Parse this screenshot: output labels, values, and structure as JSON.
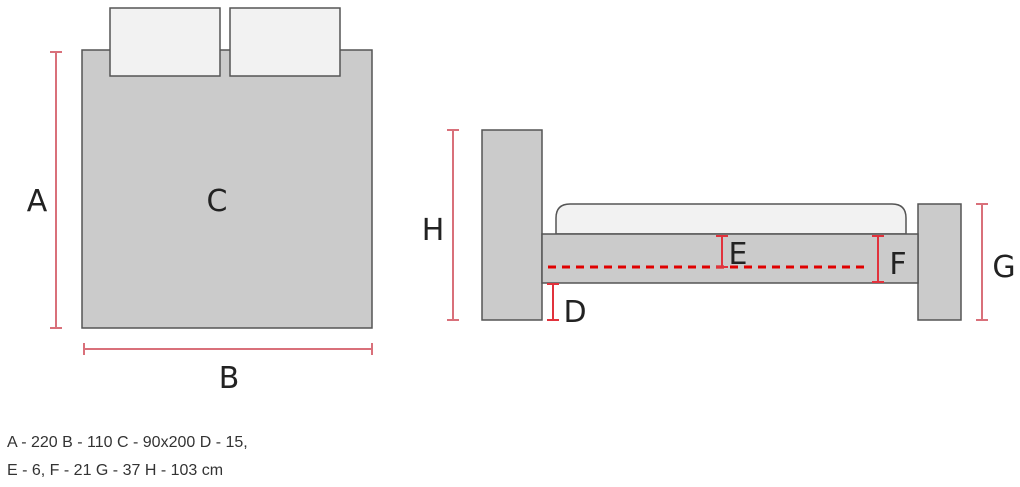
{
  "labels": {
    "a": "A",
    "b": "B",
    "c": "C",
    "d": "D",
    "e": "E",
    "f": "F",
    "g": "G",
    "h": "H"
  },
  "caption": {
    "line1": "A - 220 B - 110 C - 90x200 D - 15,",
    "line2": "E - 6, F - 21 G - 37 H - 103 cm"
  },
  "colors": {
    "body": "#cbcbcb",
    "pillow": "#f2f2f2",
    "outline": "#555555",
    "measure": "#d9707a",
    "measure_strong": "#e1323c",
    "dashed": "#e00000"
  }
}
